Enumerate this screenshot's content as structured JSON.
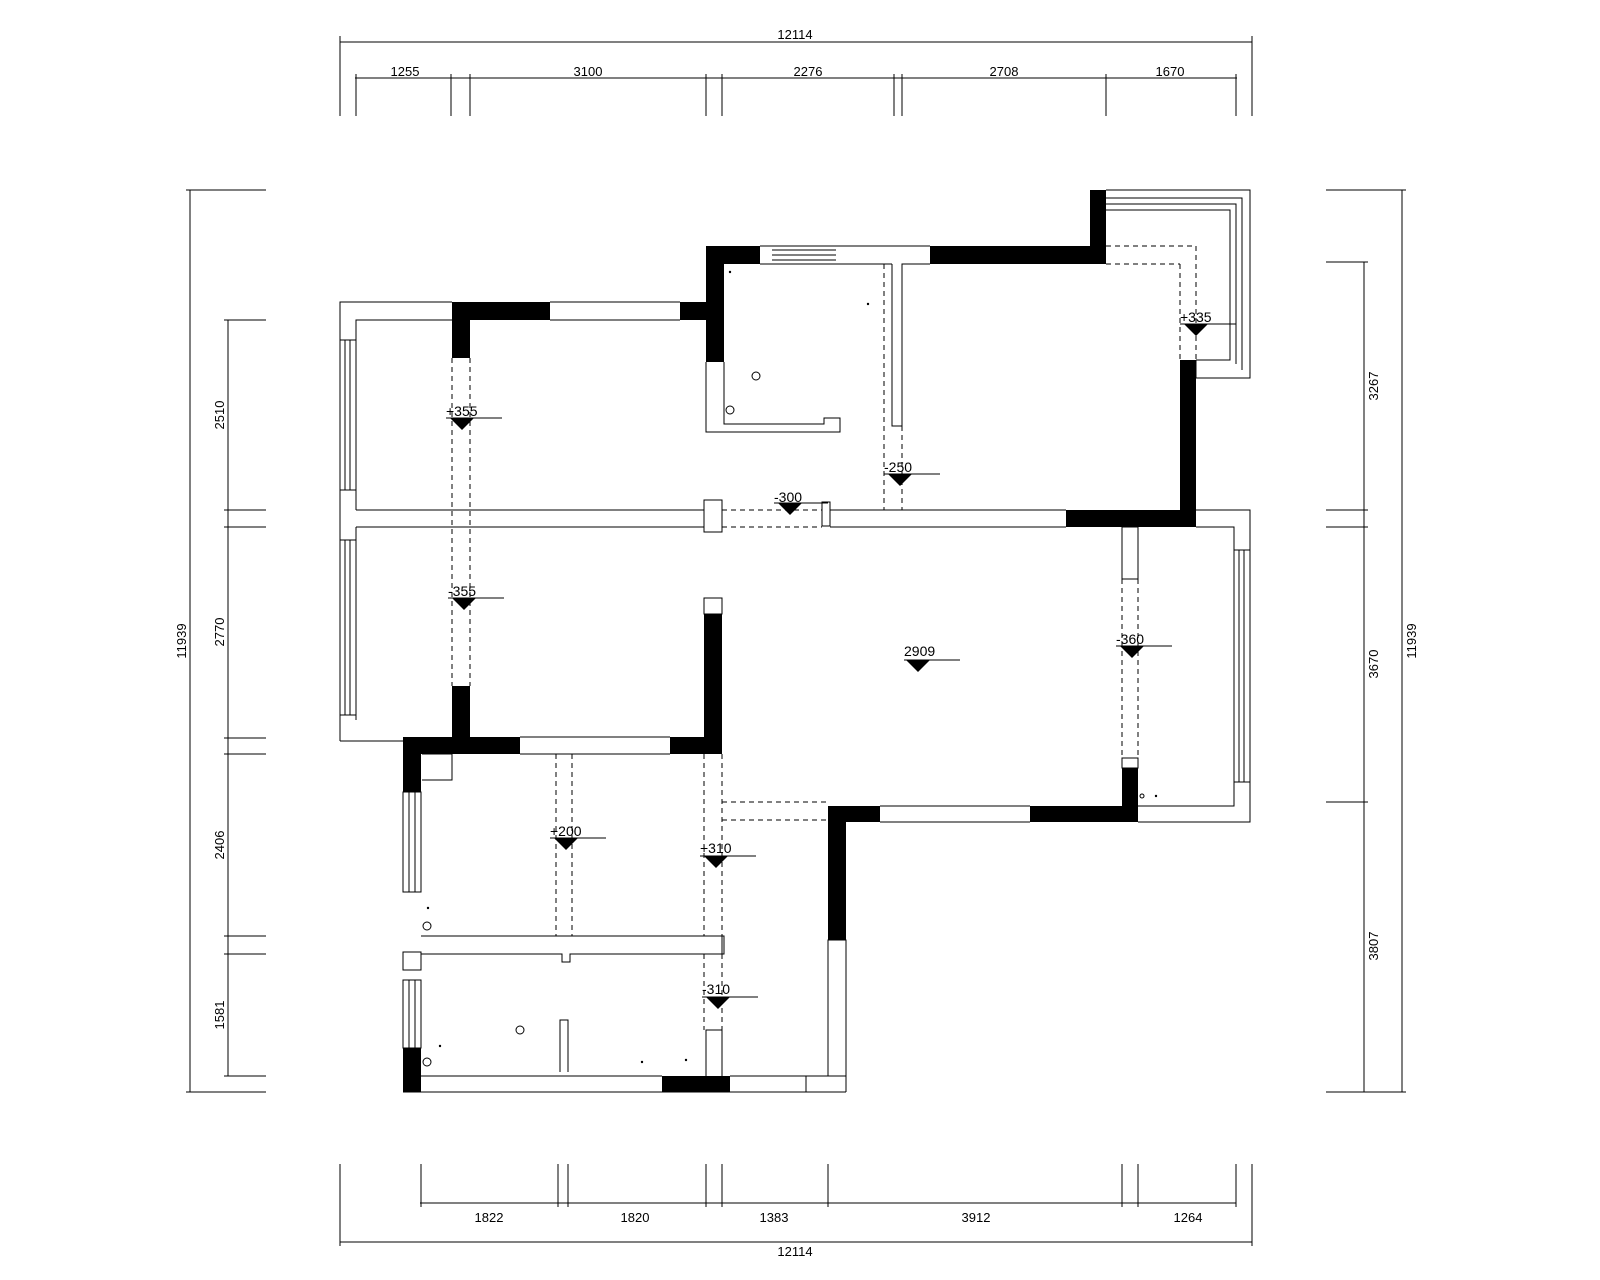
{
  "dimensions": {
    "top_total": "12114",
    "top": [
      "1255",
      "3100",
      "2276",
      "2708",
      "1670"
    ],
    "bottom_total": "12114",
    "bottom": [
      "1822",
      "1820",
      "1383",
      "3912",
      "1264"
    ],
    "left_total": "11939",
    "left": [
      "2510",
      "2770",
      "2406",
      "1581"
    ],
    "right_total": "11939",
    "right": [
      "3267",
      "3670",
      "3807"
    ]
  },
  "levels": {
    "bedroom_top_left": "+355",
    "living_left": "-355",
    "kitchen": "-300",
    "dining_top": "-250",
    "balcony_top_right": "+335",
    "living_main": "2909",
    "balcony_right": "-360",
    "room_lower_left": "+200",
    "corridor": "+310",
    "bath": "-310"
  },
  "colors": {
    "wall": "#000000",
    "line": "#000000",
    "background": "#ffffff"
  }
}
